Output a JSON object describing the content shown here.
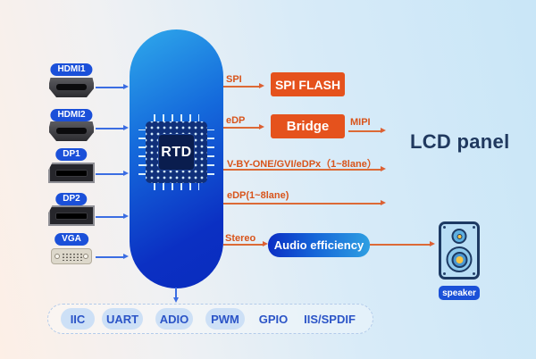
{
  "inputs": [
    {
      "label": "HDMI1"
    },
    {
      "label": "HDMI2"
    },
    {
      "label": "DP1"
    },
    {
      "label": "DP2"
    },
    {
      "label": "VGA"
    }
  ],
  "soc": {
    "label": "RTD"
  },
  "buses": {
    "spi": "SPI",
    "edp": "eDP",
    "mipi": "MIPI",
    "vbyone": "V-BY-ONE/GVI/eDPx（1~8lane）",
    "edp_lanes": "eDP(1~8lane)",
    "stereo": "Stereo"
  },
  "blocks": {
    "spi_flash": "SPI FLASH",
    "bridge": "Bridge",
    "audio": "Audio efficiency"
  },
  "labels": {
    "lcd_panel": "LCD panel",
    "speaker": "speaker"
  },
  "bottom_interfaces": [
    "IIC",
    "UART",
    "ADIO",
    "PWM",
    "GPIO",
    "IIS/SPDIF"
  ],
  "colors": {
    "accent_orange": "#e5521d",
    "soc_blue_start": "#2fa9eb",
    "soc_blue_end": "#0a2cbe",
    "badge_blue": "#1b50d9",
    "pill_text_blue": "#2b54c7"
  }
}
